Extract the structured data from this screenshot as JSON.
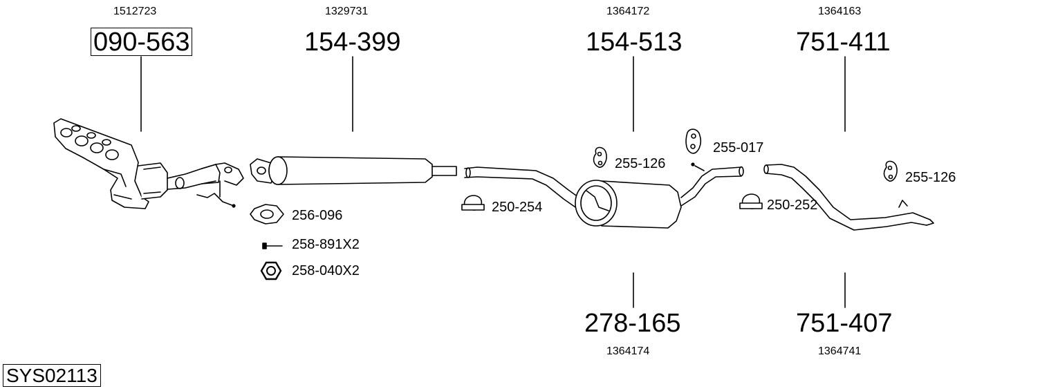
{
  "system_id": "SYS02113",
  "parts": [
    {
      "part_no": "090-563",
      "oe_no": "1512723",
      "boxed": true
    },
    {
      "part_no": "154-399",
      "oe_no": "1329731"
    },
    {
      "part_no": "154-513",
      "oe_no": "1364172"
    },
    {
      "part_no": "751-411",
      "oe_no": "1364163"
    },
    {
      "part_no": "278-165",
      "oe_no": "1364174"
    },
    {
      "part_no": "751-407",
      "oe_no": "1364741"
    }
  ],
  "accessories": [
    {
      "label": "256-096",
      "icon": "gasket-icon"
    },
    {
      "label": "258-891X2",
      "icon": "bolt-icon"
    },
    {
      "label": "258-040X2",
      "icon": "nut-icon"
    },
    {
      "label": "250-254",
      "icon": "clamp-icon"
    },
    {
      "label": "255-126",
      "icon": "rubber-mount-icon"
    },
    {
      "label": "255-017",
      "icon": "rubber-mount-icon"
    },
    {
      "label": "250-252",
      "icon": "clamp-icon"
    },
    {
      "label": "255-126",
      "icon": "rubber-mount-icon"
    }
  ]
}
